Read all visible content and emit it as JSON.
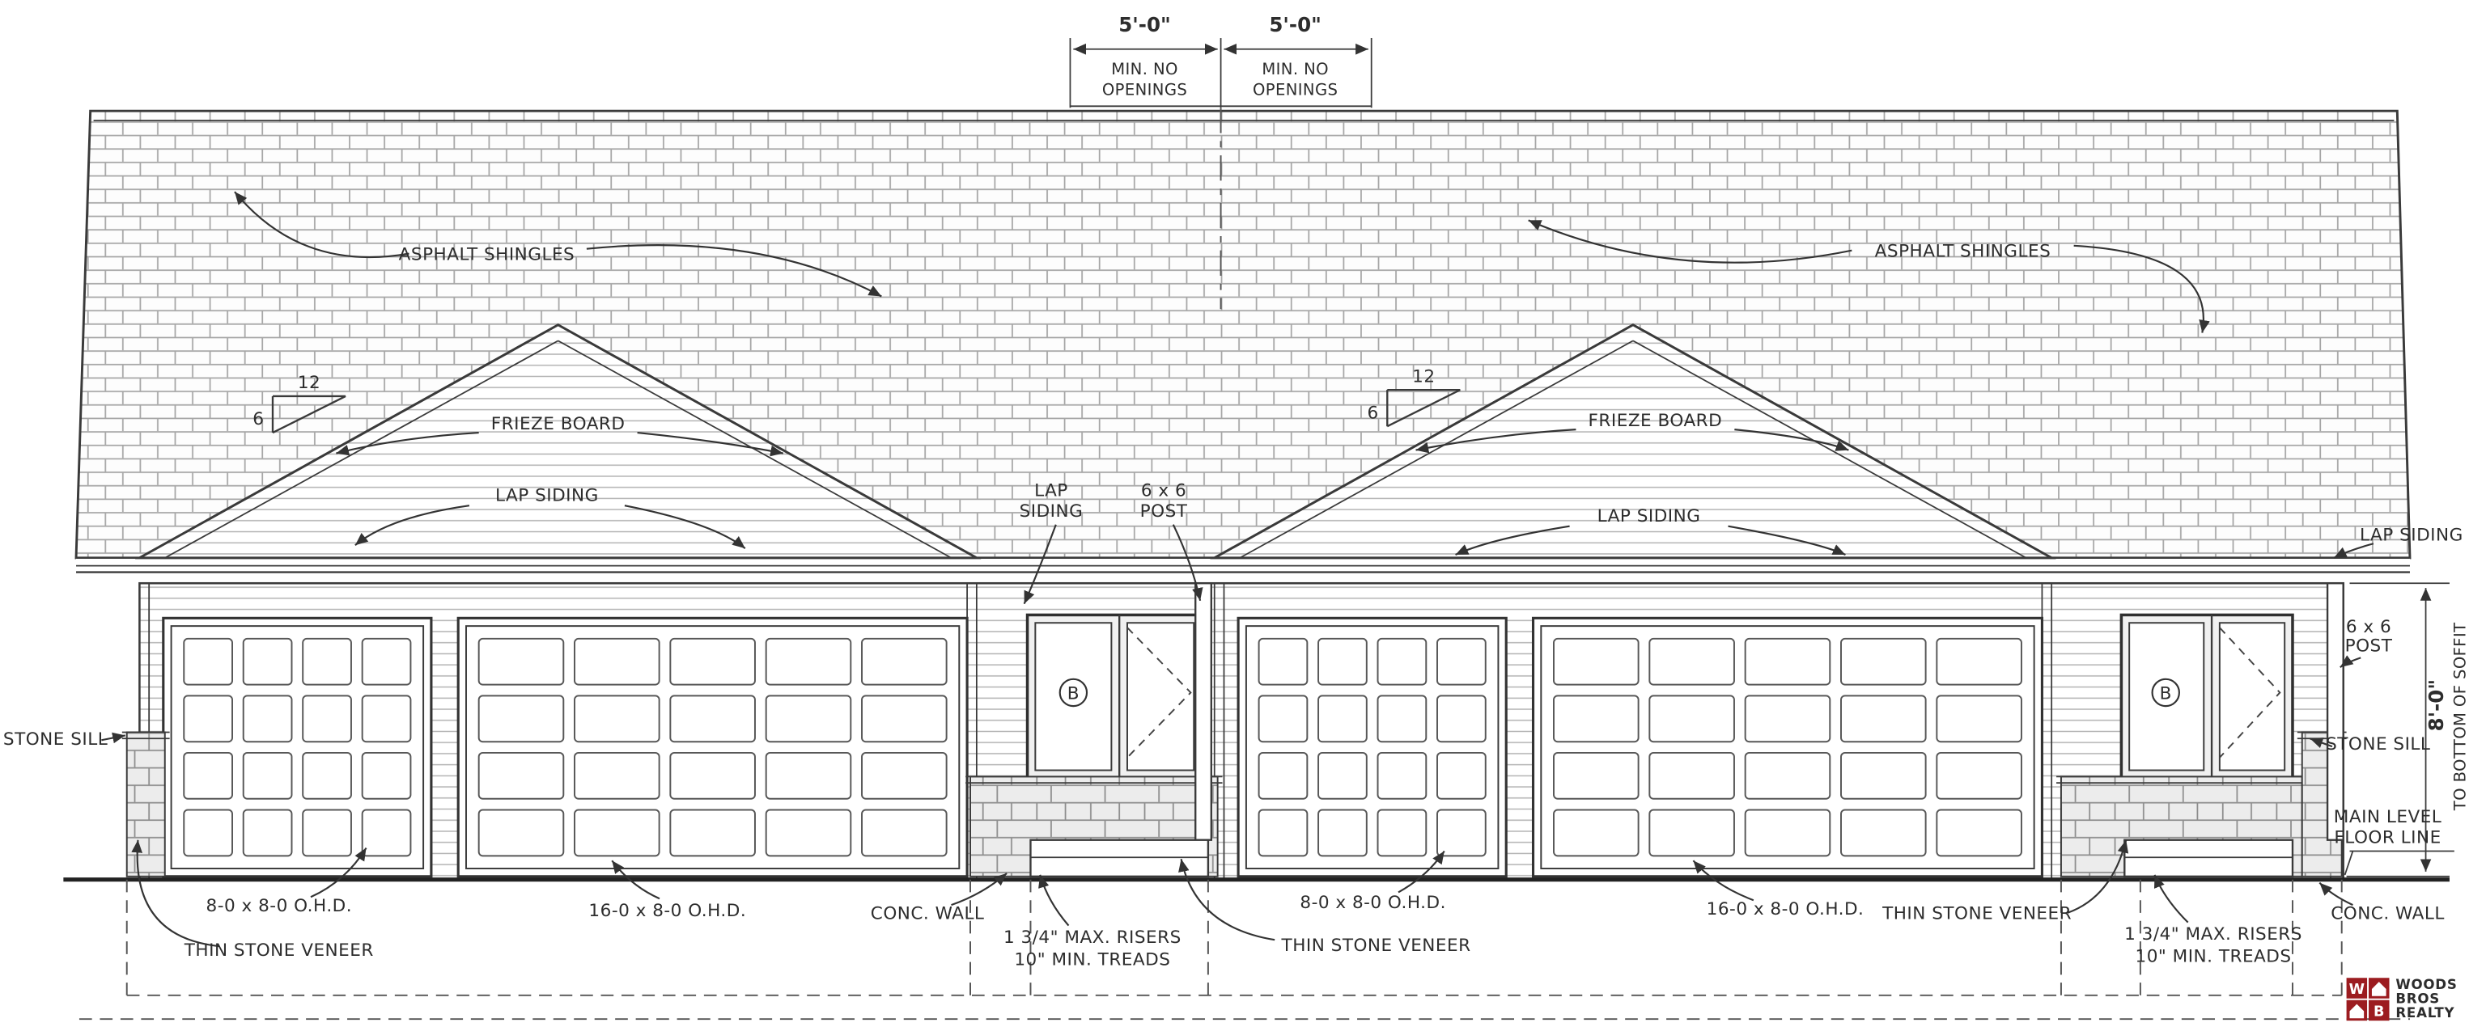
{
  "dimensions": {
    "bay_width": "5'-0\"",
    "note_line1": "MIN. NO",
    "note_line2": "OPENINGS",
    "soffit_height": "8'-0\"",
    "soffit_note": "TO BOTTOM OF SOFFIT"
  },
  "roof_pitch": {
    "run": "12",
    "rise": "6"
  },
  "labels": {
    "asphalt_shingles": "ASPHALT SHINGLES",
    "frieze_board": "FRIEZE BOARD",
    "lap_siding": "LAP SIDING",
    "lap": "LAP",
    "siding": "SIDING",
    "post_size": "6 x 6",
    "post": "POST",
    "stone_sill": "STONE SILL",
    "main_level": "MAIN LEVEL",
    "floor_line": "FLOOR LINE",
    "ohd_single": "8-0 x 8-0 O.H.D.",
    "ohd_double": "16-0 x 8-0 O.H.D.",
    "conc_wall": "CONC. WALL",
    "thin_stone_veneer": "THIN STONE VENEER",
    "risers": "1 3/4\" MAX. RISERS",
    "treads": "10\" MIN. TREADS",
    "door_mark": "B"
  },
  "logo": {
    "letter_w": "W",
    "letter_b": "B",
    "word1": "WOODS",
    "word2": "BROS",
    "word3": "REALTY"
  },
  "colors": {
    "line": "#3a3a3a",
    "logo_red": "#9c1c20",
    "logo_blue": "#1e3a6e"
  }
}
